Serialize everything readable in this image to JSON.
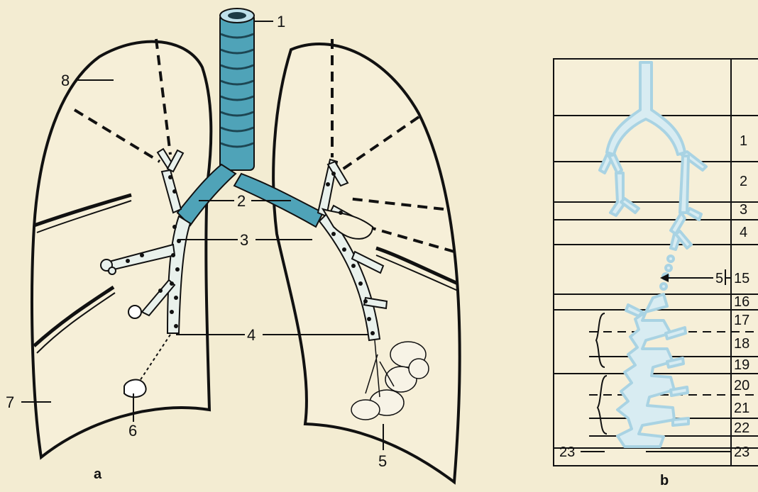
{
  "figure": {
    "panel_a_label": "a",
    "panel_b_label": "b"
  },
  "panel_a": {
    "labels": {
      "l1": "1",
      "l2": "2",
      "l3": "3",
      "l4": "4",
      "l5": "5",
      "l6": "6",
      "l7": "7",
      "l8": "8"
    }
  },
  "panel_b": {
    "rows": [
      "1",
      "2",
      "3",
      "4",
      "15",
      "16",
      "17",
      "18",
      "19",
      "20",
      "21",
      "22",
      "23"
    ],
    "pointer_5": "5",
    "left_23": "23"
  },
  "colors": {
    "paper": "#f3ecd2",
    "ink": "#111111",
    "trachea": "#4fa3b8",
    "airway_light": "#d8ecf2",
    "airway_blue": "#a9d3e3"
  }
}
